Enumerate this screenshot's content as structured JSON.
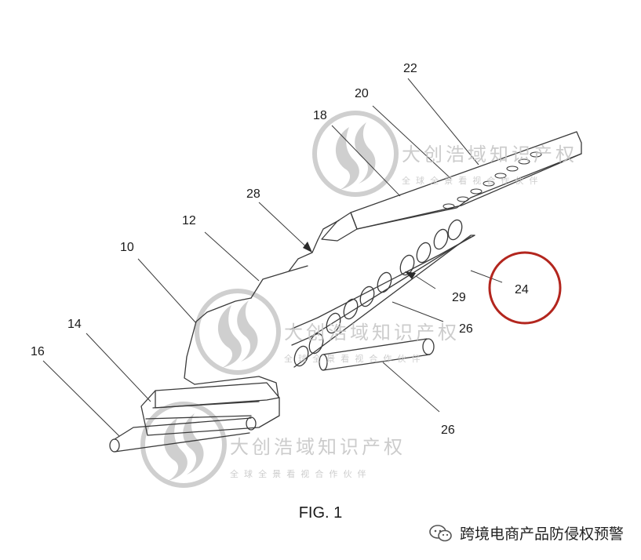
{
  "figure": {
    "caption": "FIG. 1",
    "labels": {
      "l22": "22",
      "l20": "20",
      "l18": "18",
      "l28": "28",
      "l12": "12",
      "l10": "10",
      "l14": "14",
      "l16": "16",
      "l24": "24",
      "l29": "29",
      "l26a": "26",
      "l26b": "26"
    },
    "highlight_color": "#b3261e",
    "line_color": "#333333"
  },
  "watermark": {
    "title": "大创浩域知识产权",
    "subtitle": "全 球 全 景 看 视 合 作 伙 伴",
    "color": "#c8c8c8"
  },
  "footer": {
    "account": "跨境电商产品防侵权预警",
    "icon": "wechat-icon"
  }
}
